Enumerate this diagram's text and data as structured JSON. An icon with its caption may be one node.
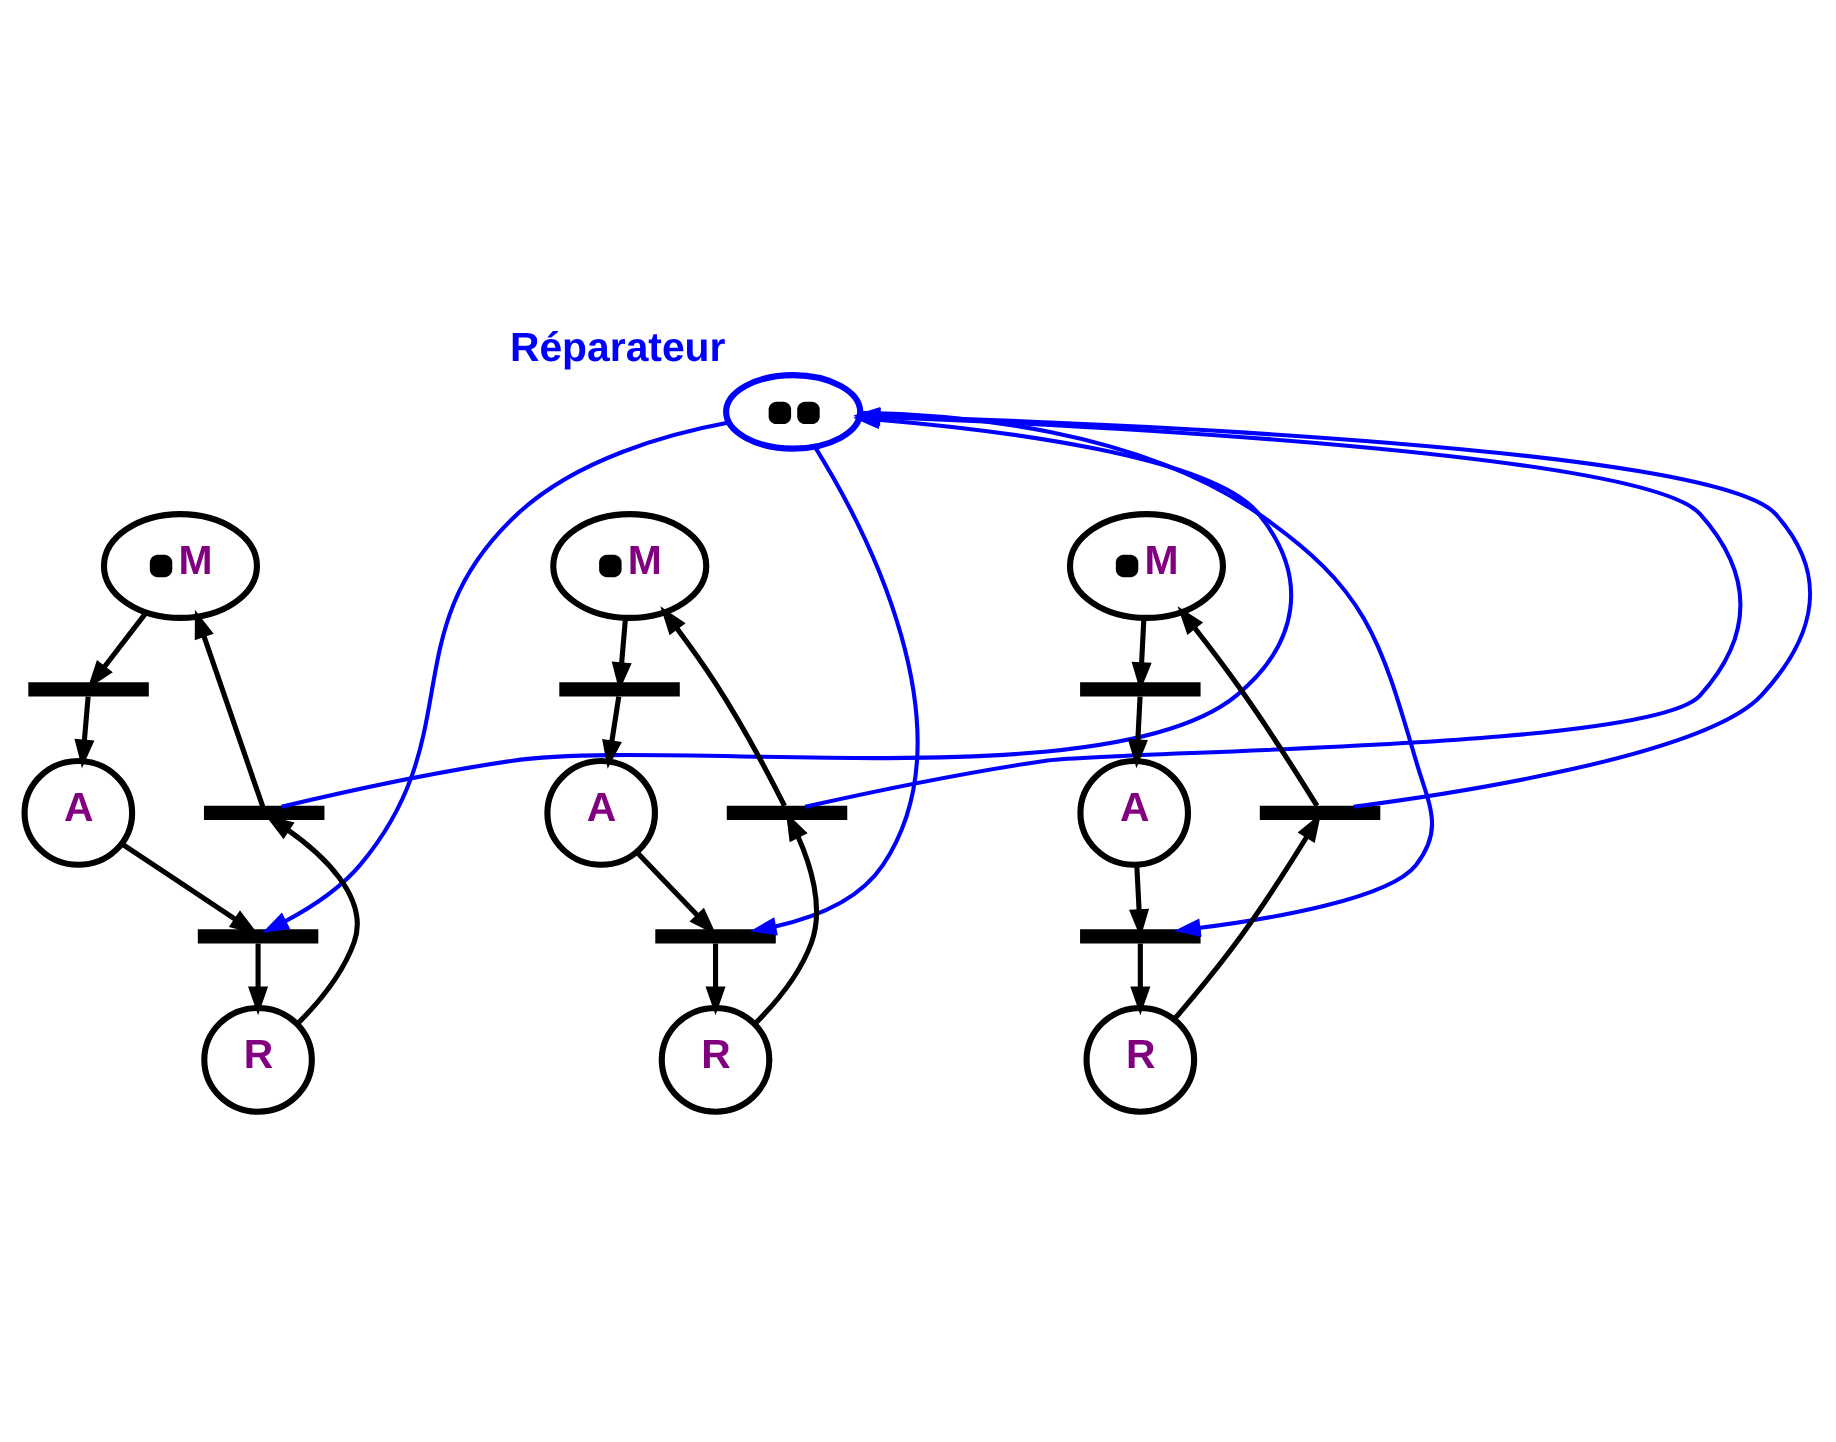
{
  "diagram": {
    "nodes": [
      {
        "text": [],
        "shape": "circle",
        "beside": [
          "Réparateur"
        ]
      },
      {
        "text": [
          "M"
        ]
      },
      {
        "text": [],
        "shape": "bar"
      },
      {
        "text": [
          "A"
        ]
      },
      {
        "text": [],
        "shape": "bar"
      },
      {
        "text": [
          "R"
        ]
      },
      {
        "text": [],
        "shape": "bar"
      },
      {
        "text": [
          "M"
        ]
      },
      {
        "text": [],
        "shape": "bar"
      },
      {
        "text": [
          "A"
        ]
      },
      {
        "text": [],
        "shape": "bar"
      },
      {
        "text": [
          "R"
        ]
      },
      {
        "text": [],
        "shape": "bar"
      },
      {
        "text": [
          "M"
        ]
      },
      {
        "text": [],
        "shape": "bar"
      },
      {
        "text": [
          "A"
        ]
      },
      {
        "text": [],
        "shape": "bar"
      },
      {
        "text": [
          "R"
        ]
      },
      {
        "text": [],
        "shape": "bar"
      }
    ],
    "edges": [
      {
        "from": 1,
        "to": 2,
        "arrow": "to"
      },
      {
        "from": 2,
        "to": 3,
        "arrow": "to"
      },
      {
        "from": 3,
        "to": 4,
        "arrow": "to"
      },
      {
        "from": 4,
        "to": 5,
        "arrow": "to"
      },
      {
        "from": 5,
        "to": 6,
        "arrow": "to"
      },
      {
        "from": 6,
        "to": 1,
        "arrow": "to"
      },
      {
        "from": 0,
        "to": 4,
        "arrow": "to",
        "color": "#0000ff"
      },
      {
        "from": 6,
        "to": 0,
        "arrow": "to",
        "color": "#0000ff"
      },
      {
        "from": 7,
        "to": 8,
        "arrow": "to"
      },
      {
        "from": 8,
        "to": 9,
        "arrow": "to"
      },
      {
        "from": 9,
        "to": 10,
        "arrow": "to"
      },
      {
        "from": 10,
        "to": 11,
        "arrow": "to"
      },
      {
        "from": 11,
        "to": 12,
        "arrow": "to"
      },
      {
        "from": 12,
        "to": 7,
        "arrow": "to"
      },
      {
        "from": 0,
        "to": 10,
        "arrow": "to",
        "color": "#0000ff"
      },
      {
        "from": 12,
        "to": 0,
        "arrow": "to",
        "color": "#0000ff"
      },
      {
        "from": 13,
        "to": 14,
        "arrow": "to"
      },
      {
        "from": 14,
        "to": 15,
        "arrow": "to"
      },
      {
        "from": 15,
        "to": 16,
        "arrow": "to"
      },
      {
        "from": 16,
        "to": 17,
        "arrow": "to"
      },
      {
        "from": 17,
        "to": 18,
        "arrow": "to"
      },
      {
        "from": 18,
        "to": 13,
        "arrow": "to"
      },
      {
        "from": 0,
        "to": 16,
        "arrow": "to",
        "color": "#0000ff"
      },
      {
        "from": 18,
        "to": 0,
        "arrow": "to",
        "color": "#0000ff"
      }
    ]
  }
}
